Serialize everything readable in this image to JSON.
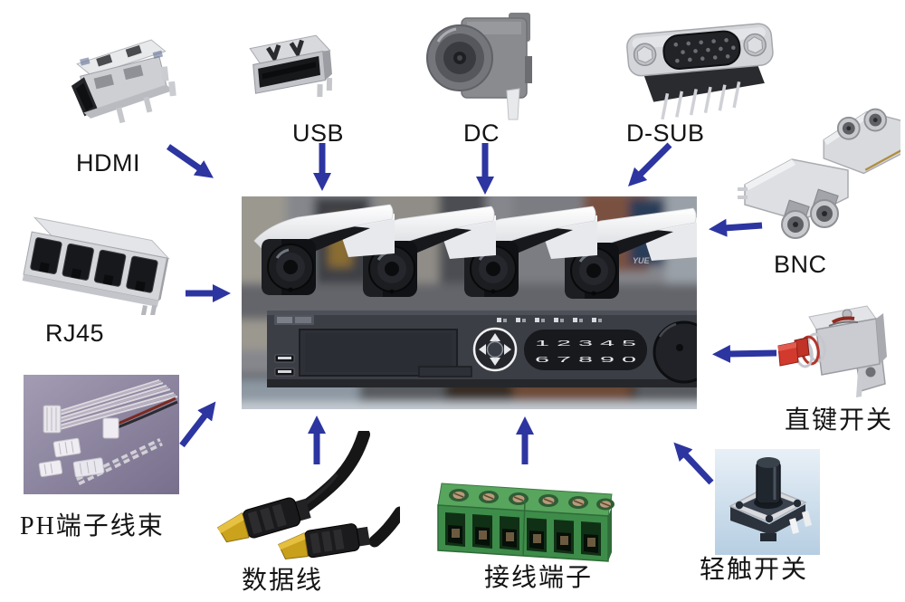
{
  "diagram": {
    "center": {
      "name_fragment": "YUE",
      "keypad_row1": "1 2 3 4 5",
      "keypad_row2": "6 7 8 9 0"
    },
    "nodes": [
      {
        "id": "hdmi",
        "label": "HDMI"
      },
      {
        "id": "usb",
        "label": "USB"
      },
      {
        "id": "dc",
        "label": "DC"
      },
      {
        "id": "d_sub",
        "label": "D-SUB"
      },
      {
        "id": "bnc",
        "label": "BNC"
      },
      {
        "id": "key_switch",
        "label": "直键开关"
      },
      {
        "id": "tact_switch",
        "label": "轻触开关"
      },
      {
        "id": "terminal_block",
        "label": "接线端子"
      },
      {
        "id": "data_cable",
        "label": "数据线"
      },
      {
        "id": "ph_harness",
        "label": "PH端子线束"
      },
      {
        "id": "rj45",
        "label": "RJ45"
      }
    ],
    "colors": {
      "arrow": "#2c35a0",
      "label": "#141414",
      "terminal_green": "#44934c",
      "switch_red": "#d23a2e",
      "tact_bg": "#cfe2f0",
      "ph_bg": "#8e87a2"
    }
  }
}
